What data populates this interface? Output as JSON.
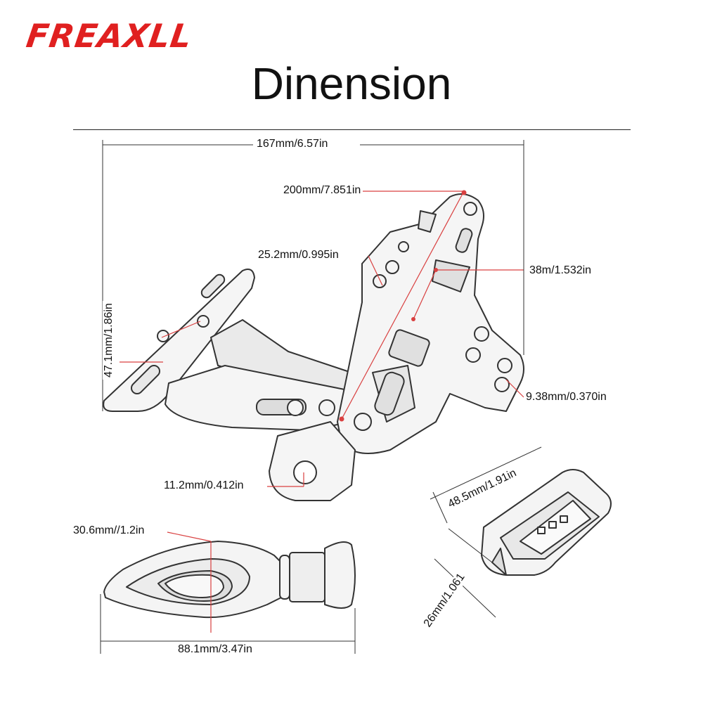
{
  "brand": {
    "logo_text": "FREAXLL",
    "color": "#e02020"
  },
  "title": "Dinension",
  "dimensions": {
    "width_total": "167mm/6.57in",
    "diagonal": "200mm/7.851in",
    "hole_spacing": "25.2mm/0.995in",
    "bracket_width": "38m/1.532in",
    "plate_height": "47.1mm/1.86in",
    "small_hole": "9.38mm/0.370in",
    "mount_hole": "11.2mm/0.412in",
    "light_length": "48.5mm/1.91in",
    "light_height": "26mm/1.061",
    "signal_height": "30.6mm//1.2in",
    "signal_length": "88.1mm/3.47in"
  },
  "colors": {
    "dimension_line": "#d94040",
    "outline": "#333333",
    "fill": "#f4f4f4"
  }
}
